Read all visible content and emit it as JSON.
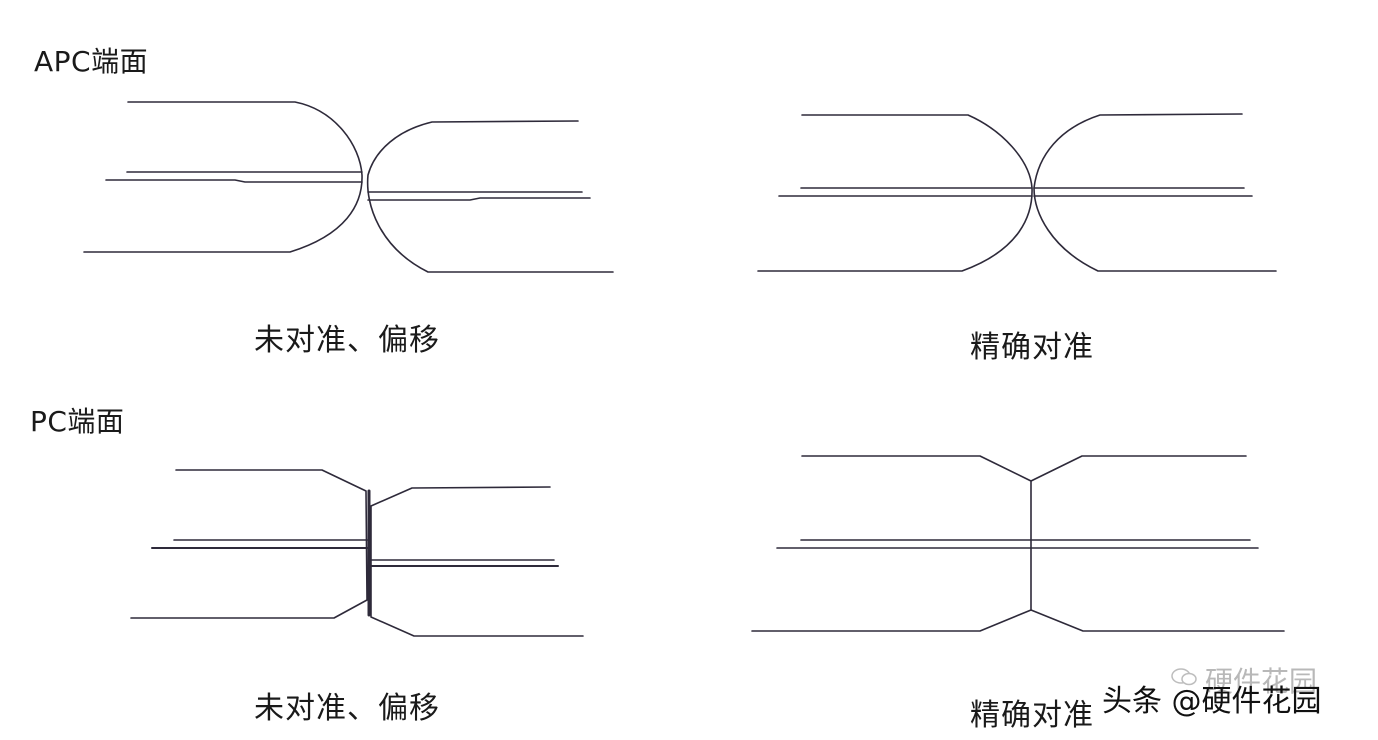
{
  "sections": {
    "apc": {
      "title": "APC端面",
      "left_caption": "未对准、偏移",
      "right_caption": "精确对准"
    },
    "pc": {
      "title": "PC端面",
      "left_caption": "未对准、偏移",
      "right_caption": "精确对准"
    }
  },
  "watermark": {
    "text": "头条 @硬件花园",
    "ghost_text": "硬件花园"
  },
  "colors": {
    "line": "#2e2a3a",
    "text": "#1a1a1a"
  }
}
